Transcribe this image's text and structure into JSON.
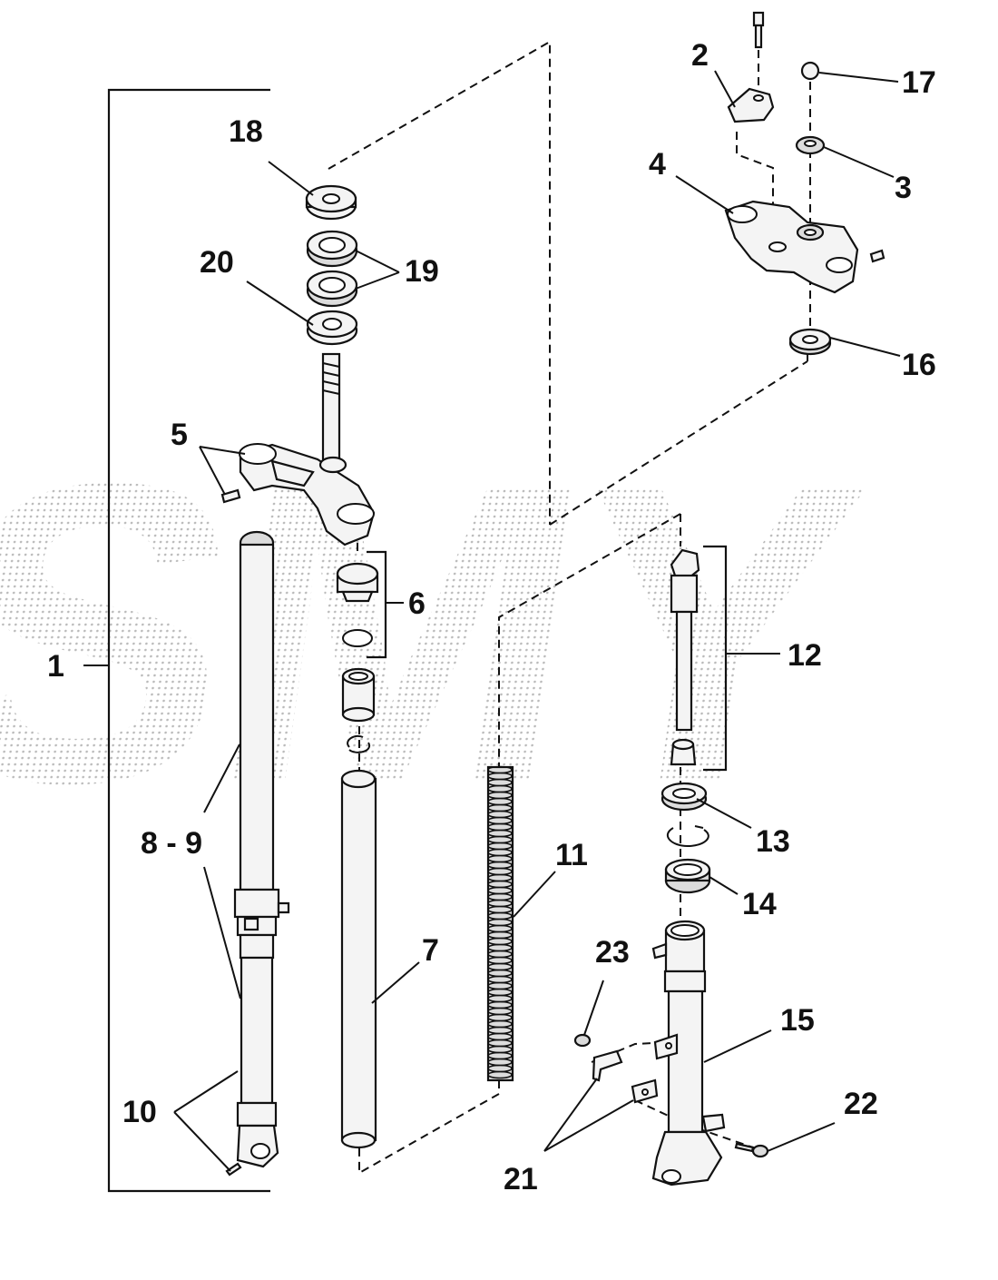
{
  "callouts": [
    {
      "id": "1",
      "text": "1"
    },
    {
      "id": "2",
      "text": "2"
    },
    {
      "id": "3",
      "text": "3"
    },
    {
      "id": "4",
      "text": "4"
    },
    {
      "id": "5",
      "text": "5"
    },
    {
      "id": "6",
      "text": "6"
    },
    {
      "id": "7",
      "text": "7"
    },
    {
      "id": "8-9",
      "text": "8 - 9"
    },
    {
      "id": "10",
      "text": "10"
    },
    {
      "id": "11",
      "text": "11"
    },
    {
      "id": "12",
      "text": "12"
    },
    {
      "id": "13",
      "text": "13"
    },
    {
      "id": "14",
      "text": "14"
    },
    {
      "id": "15",
      "text": "15"
    },
    {
      "id": "16",
      "text": "16"
    },
    {
      "id": "17",
      "text": "17"
    },
    {
      "id": "18",
      "text": "18"
    },
    {
      "id": "19",
      "text": "19"
    },
    {
      "id": "20",
      "text": "20"
    },
    {
      "id": "21",
      "text": "21"
    },
    {
      "id": "22",
      "text": "22"
    },
    {
      "id": "23",
      "text": "23"
    }
  ],
  "watermark": {
    "text": "SMY"
  }
}
